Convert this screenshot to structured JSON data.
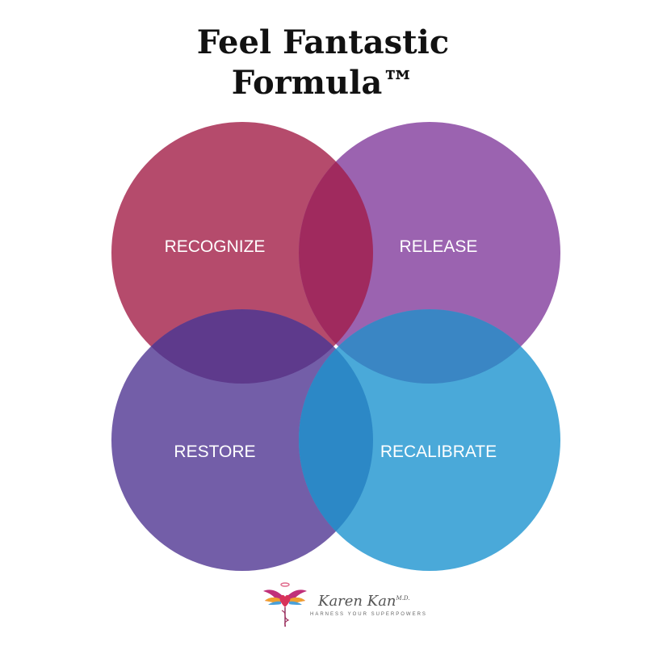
{
  "title": {
    "line1": "Feel Fantastic",
    "line2": "Formula™"
  },
  "circles": [
    {
      "label": "RECOGNIZE",
      "color": "#b54b6c"
    },
    {
      "label": "RELEASE",
      "color": "#9b63b0"
    },
    {
      "label": "RESTORE",
      "color": "#735ea8"
    },
    {
      "label": "RECALIBRATE",
      "color": "#4aa9d9"
    }
  ],
  "overlap_colors": {
    "recognize_release": "#a02a5e",
    "recognize_restore": "#5e3a8c",
    "release_recalibrate": "#3a86c4",
    "restore_recalibrate": "#2c88c6"
  },
  "logo": {
    "name": "Karen Kan",
    "superscript": "M.D.",
    "tagline": "HARNESS YOUR SUPERPOWERS",
    "icon": "winged-heart-caduceus-icon"
  }
}
